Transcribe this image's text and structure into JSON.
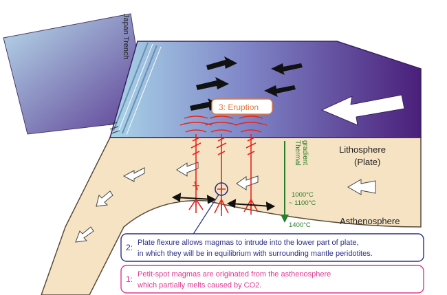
{
  "labels": {
    "trench": "Japan Trench",
    "eruption": "3: Eruption",
    "thermal_line1": "Thermal",
    "thermal_line2": "gradient",
    "lithosphere": "Lithosphere",
    "plate": "(Plate)",
    "temp_mid_1": "1000°C",
    "temp_mid_2": "~ 1100°C",
    "temp_bottom": "1400°C",
    "asthenosphere": "Asthenosphere"
  },
  "callouts": {
    "step2": {
      "number": "2:",
      "line1": "Plate flexure allows magmas to intrude into the lower part of plate,",
      "line2": "in which they will be in equilibrium with surrounding mantle peridotites."
    },
    "step1": {
      "number": "1:",
      "line1": "Petit-spot magmas are originated from the asthenosphere",
      "line2": "which partially melts caused by CO2."
    }
  },
  "colors": {
    "plate_top_light": "#a9d4e8",
    "plate_top_dark": "#4a1f7a",
    "plate_side": "#f5e3c3",
    "plate_outline": "#5a4a3a",
    "magma_red": "#e8241e",
    "thermal_green": "#2a7d2a",
    "callout_blue": "#2b2e86",
    "callout_pink": "#e0358f",
    "eruption_orange": "#e07a3c",
    "arrow_black": "#111111"
  },
  "icons": {
    "motion_arrows": "black-arrow-icon",
    "flow_arrows": "white-arrow-icon",
    "magma_dikes": "magma-dike-icon"
  }
}
